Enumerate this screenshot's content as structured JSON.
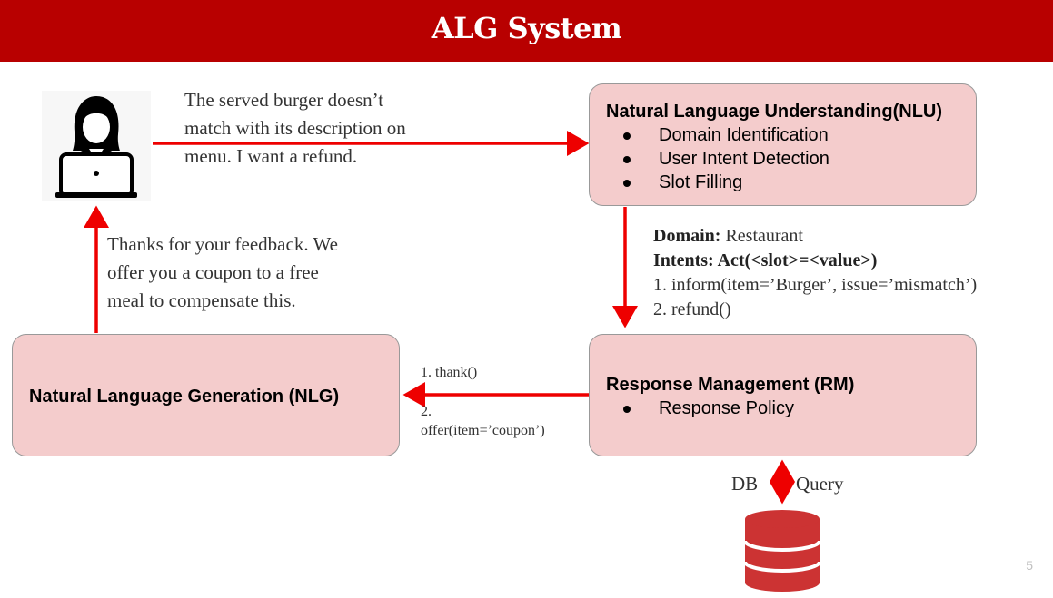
{
  "header": {
    "title": "ALG System"
  },
  "user_message": {
    "lines": [
      "The served burger doesn’t",
      "match with its description on",
      "menu. I want a refund."
    ]
  },
  "nlu": {
    "title": "Natural Language Understanding(NLU)",
    "items": [
      "Domain Identification",
      "User Intent Detection",
      "Slot Filling"
    ]
  },
  "nlu_output": {
    "domain_label": "Domain:",
    "domain_value": "Restaurant",
    "intents_label": "Intents: Act(<slot>=<value>)",
    "acts": [
      "1. inform(item=’Burger’, issue=’mismatch’)",
      "2. refund()"
    ]
  },
  "rm": {
    "title": "Response Management (RM)",
    "items": [
      "Response Policy"
    ]
  },
  "rm_output": {
    "acts": [
      "1. thank()",
      "2.",
      "offer(item=’coupon’)"
    ]
  },
  "nlg": {
    "title": "Natural Language Generation (NLG)"
  },
  "system_reply": {
    "lines": [
      "Thanks for your feedback. We",
      "offer you a coupon to a free",
      "meal to compensate this."
    ]
  },
  "db": {
    "left_label": "DB",
    "right_label": "Query"
  },
  "page_number": "5",
  "colors": {
    "header": "#b80000",
    "arrow": "#ee0000",
    "box_fill": "#f4cccc",
    "db": "#cc3333"
  },
  "icons": [
    "user-laptop-icon",
    "database-icon"
  ]
}
